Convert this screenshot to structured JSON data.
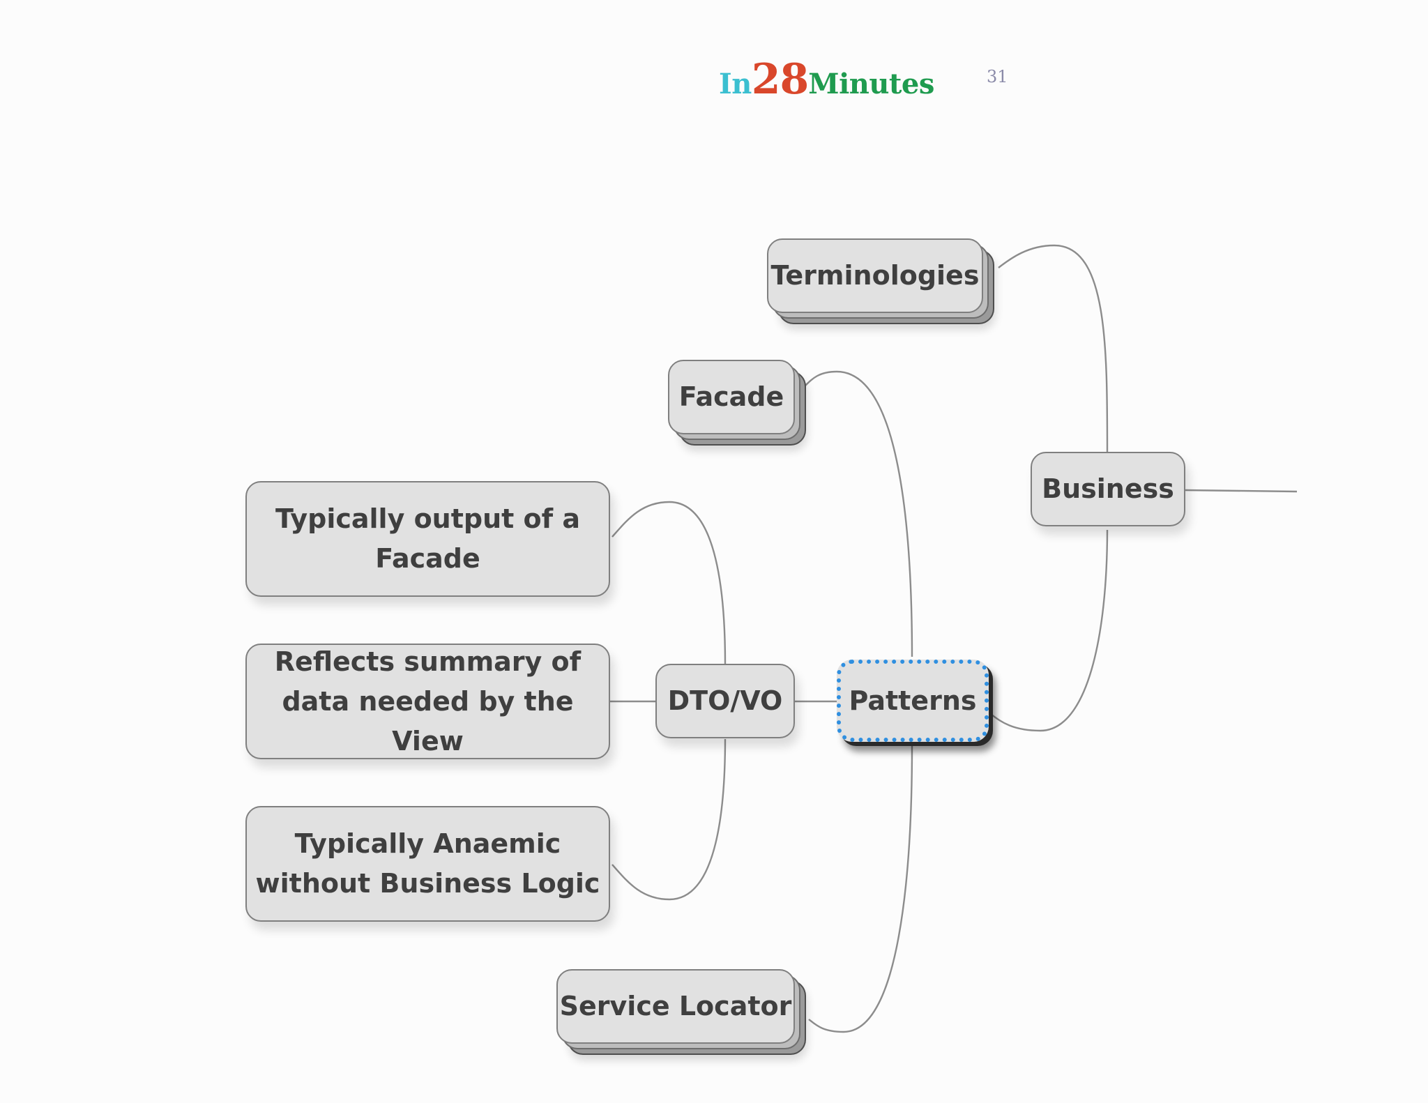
{
  "header": {
    "logo": {
      "part1": "In",
      "part2": "28",
      "part3": "Minutes"
    },
    "page_number": "31"
  },
  "colors": {
    "logo_in": "#3bbfd0",
    "logo_28": "#d9472b",
    "logo_minutes": "#1f9b4f",
    "node_fill": "#e1e1e1",
    "node_border": "#7f7f7f",
    "node_text": "#3f3f3f",
    "connector": "#8c8c8c",
    "focus_outline": "#2f8fe0"
  },
  "mind_map": {
    "nodes": {
      "terminologies": "Terminologies",
      "facade": "Facade",
      "business": "Business",
      "dto_vo": "DTO/VO",
      "patterns": "Patterns",
      "service_locator": "Service Locator",
      "typically_output": "Typically output of a Facade",
      "reflects_summary": "Reflects summary of data needed by the View",
      "typically_anaemic": "Typically Anaemic without Business Logic"
    },
    "edges": [
      [
        "business",
        "terminologies"
      ],
      [
        "business",
        "patterns"
      ],
      [
        "patterns",
        "facade"
      ],
      [
        "patterns",
        "dto_vo"
      ],
      [
        "patterns",
        "service_locator"
      ],
      [
        "dto_vo",
        "typically_output"
      ],
      [
        "dto_vo",
        "reflects_summary"
      ],
      [
        "dto_vo",
        "typically_anaemic"
      ]
    ],
    "focused_node": "patterns"
  }
}
